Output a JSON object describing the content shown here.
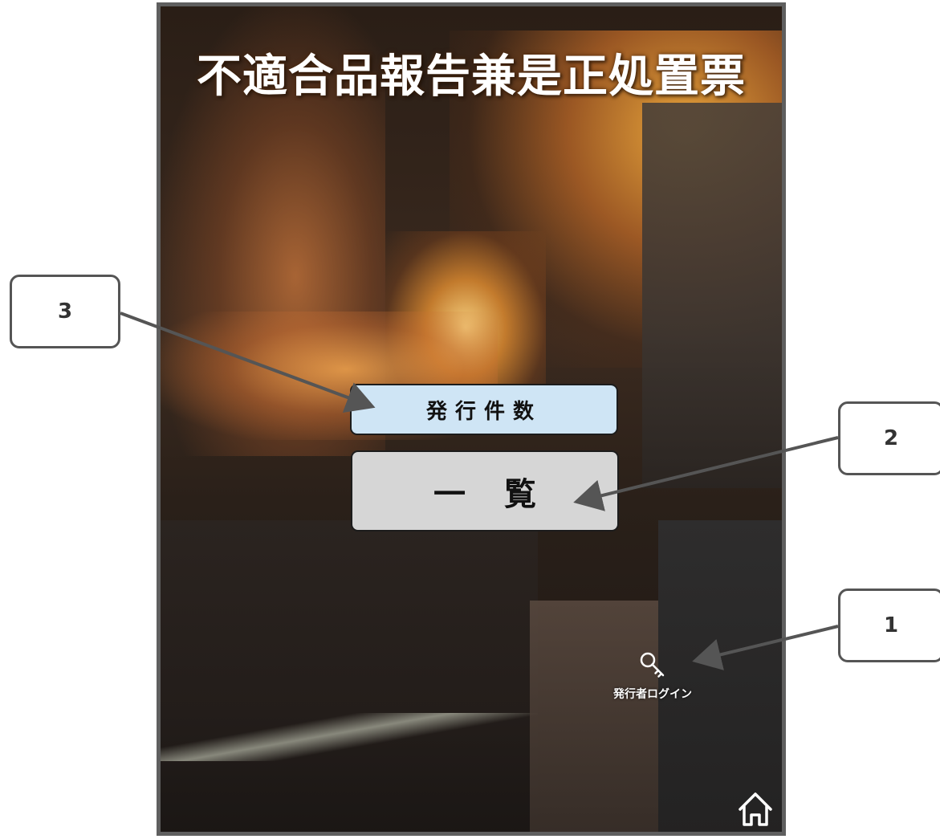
{
  "app": {
    "title": "不適合品報告兼是正処置票"
  },
  "buttons": {
    "issue_count_label": "発行件数",
    "list_label": "一覧"
  },
  "login": {
    "label": "発行者ログイン",
    "icon": "key-icon"
  },
  "home": {
    "icon": "home-icon"
  },
  "callouts": [
    {
      "number": "1"
    },
    {
      "number": "2"
    },
    {
      "number": "3"
    }
  ],
  "colors": {
    "frame_border": "#5f5f5f",
    "issue_count_button_bg": "#cfe5f5",
    "list_button_bg": "#d6d6d6",
    "callout_border": "#555555"
  }
}
